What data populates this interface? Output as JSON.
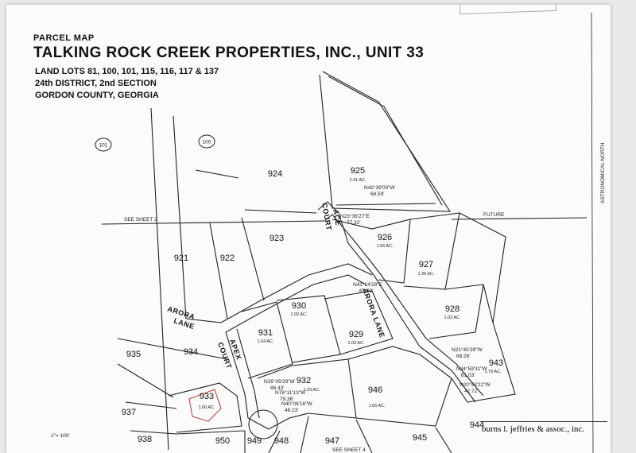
{
  "title_block": {
    "kicker": "PARCEL MAP",
    "title": "TALKING ROCK CREEK PROPERTIES,  INC., UNIT 33",
    "line1": "LAND LOTS 81, 100, 101, 115, 116, 117 & 137",
    "line2": "24th DISTRICT,  2nd SECTION",
    "line3": "GORDON COUNTY, GEORGIA"
  },
  "markers": [
    "101",
    "100"
  ],
  "lots": [
    {
      "id": "925",
      "acres": "2.41 AC."
    },
    {
      "id": "926",
      "acres": "1.06 AC."
    },
    {
      "id": "927",
      "acres": "1.36 AC."
    },
    {
      "id": "928",
      "acres": "1.02 AC."
    },
    {
      "id": "929",
      "acres": "1.03 AC."
    },
    {
      "id": "930",
      "acres": "1.02 AC."
    },
    {
      "id": "931",
      "acres": "1.04 AC."
    },
    {
      "id": "932",
      "acres": "1.29 AC."
    },
    {
      "id": "943",
      "acres": "1.70 AC."
    },
    {
      "id": "946",
      "acres": "1.05 AC."
    },
    {
      "id": "933",
      "acres": "1.00 AC."
    }
  ],
  "other_lots": [
    "924",
    "923",
    "922",
    "921",
    "935",
    "934",
    "937",
    "938",
    "950",
    "949",
    "948",
    "947",
    "945",
    "944"
  ],
  "roads": {
    "ace": "ACE",
    "court": "COURT",
    "arora_lane_main": "ARORA LANE",
    "arora": "ARORA",
    "lane": "LANE",
    "court2": "COURT",
    "apex": "APEX"
  },
  "labels": {
    "see_sheet_2": "SEE SHEET 2",
    "future": "FUTURE",
    "see_sheet_4": "SEE SHEET 4",
    "astro": "ASTRONOMICAL NORTH",
    "scale": "1\"= 100'"
  },
  "bearings": {
    "b1": "N42°39'00\"W",
    "b1d": "68.59'",
    "b2": "N23°36'27\"E",
    "b2d": "77.32'",
    "b3": "N41°14'28\"E",
    "b3d": "67.98'",
    "b4": "N26°09'29\"W",
    "b4d": "66.43'",
    "b5": "N78°11'13\"W",
    "b5d": "79.36'",
    "b6": "N40°06'16\"W",
    "b6d": "46.23'",
    "b7": "N21°45'39\"W",
    "b7d": "68.26'",
    "b8": "N34°59'31\"W",
    "b8d": "61.03'",
    "b9": "N20°53'22\"W",
    "b9d": "42.72'"
  },
  "firm": "burns l. jeffries & assoc., inc."
}
